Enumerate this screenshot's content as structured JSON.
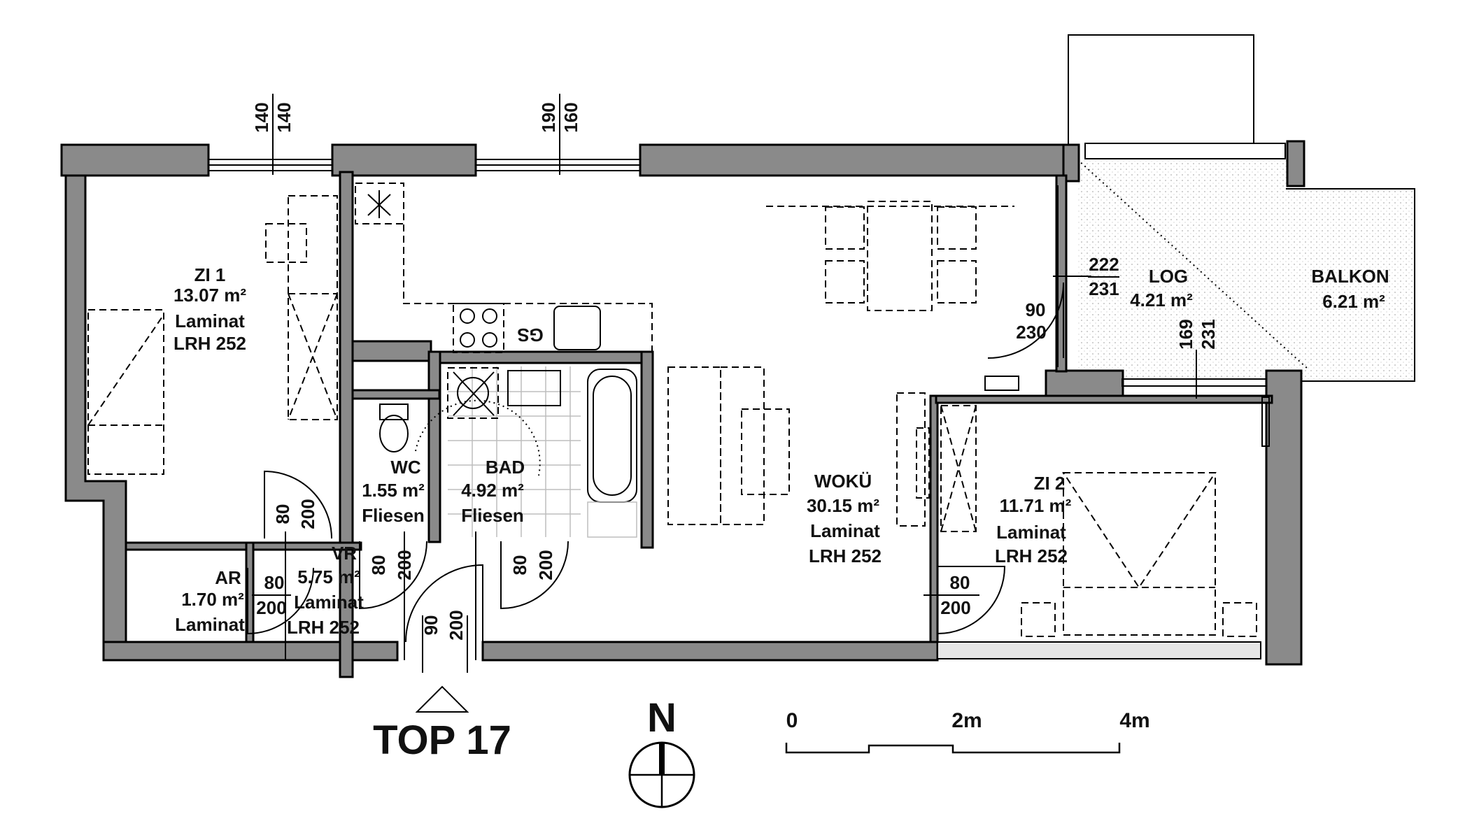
{
  "plan_title": "TOP 17",
  "rooms": {
    "zi1": {
      "name": "ZI 1",
      "area": "13.07  m²",
      "floor": "Laminat",
      "height": "LRH 252"
    },
    "wc": {
      "name": "WC",
      "area": "1.55  m²",
      "floor": "Fliesen"
    },
    "bad": {
      "name": "BAD",
      "area": "4.92  m²",
      "floor": "Fliesen"
    },
    "woku": {
      "name": "WOKÜ",
      "area": "30.15  m²",
      "floor": "Laminat",
      "height": "LRH 252"
    },
    "zi2": {
      "name": "ZI 2",
      "area": "11.71  m²",
      "floor": "Laminat",
      "height": "LRH 252"
    },
    "ar": {
      "name": "AR",
      "area": "1.70  m²",
      "floor": "Laminat"
    },
    "vr": {
      "name": "VR",
      "area": "5.75  m²",
      "floor": "Laminat",
      "height": "LRH 252"
    },
    "log": {
      "name": "LOG",
      "area": "4.21  m²"
    },
    "balkon": {
      "name": "BALKON",
      "area": "6.21  m²"
    }
  },
  "dimensions": {
    "win_zi1_a": "140",
    "win_zi1_b": "140",
    "win_woku_a": "190",
    "win_woku_b": "160",
    "log_door_a": "222",
    "log_door_b": "231",
    "woku_door_w": "90",
    "woku_door_h": "230",
    "zi2_win_a": "169",
    "zi2_win_b": "231",
    "zi1_door_w": "80",
    "zi1_door_h": "200",
    "wc_door_w": "80",
    "wc_door_h": "200",
    "bad_door_w": "80",
    "bad_door_h": "200",
    "ar_door_w": "80",
    "ar_door_h": "200",
    "entry_door_w": "90",
    "entry_door_h": "200",
    "zi2_door_w": "80",
    "zi2_door_h": "200"
  },
  "kitchen": {
    "gs_label": "GS"
  },
  "compass": {
    "north": "N"
  },
  "scale_bar": {
    "labels": [
      "0",
      "2m",
      "4m"
    ]
  }
}
